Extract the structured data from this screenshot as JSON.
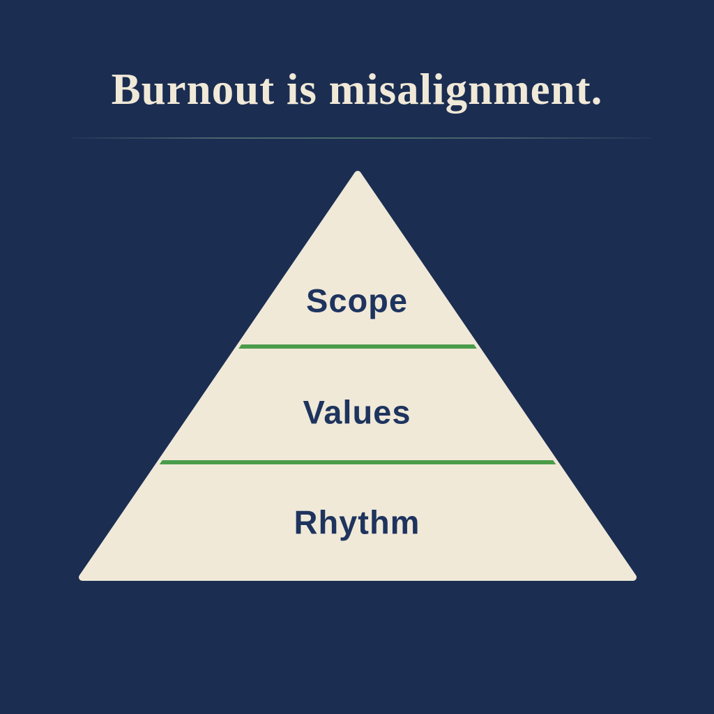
{
  "title": "Burnout is misalignment.",
  "pyramid": {
    "tiers": [
      {
        "label": "Scope"
      },
      {
        "label": "Values"
      },
      {
        "label": "Rhythm"
      }
    ]
  },
  "colors": {
    "background": "#1b2d51",
    "triangle_fill": "#f0e9d8",
    "tier_divider_green": "#4a9c4a",
    "title_text": "#f0e9d8",
    "tier_text": "#1e345e"
  }
}
